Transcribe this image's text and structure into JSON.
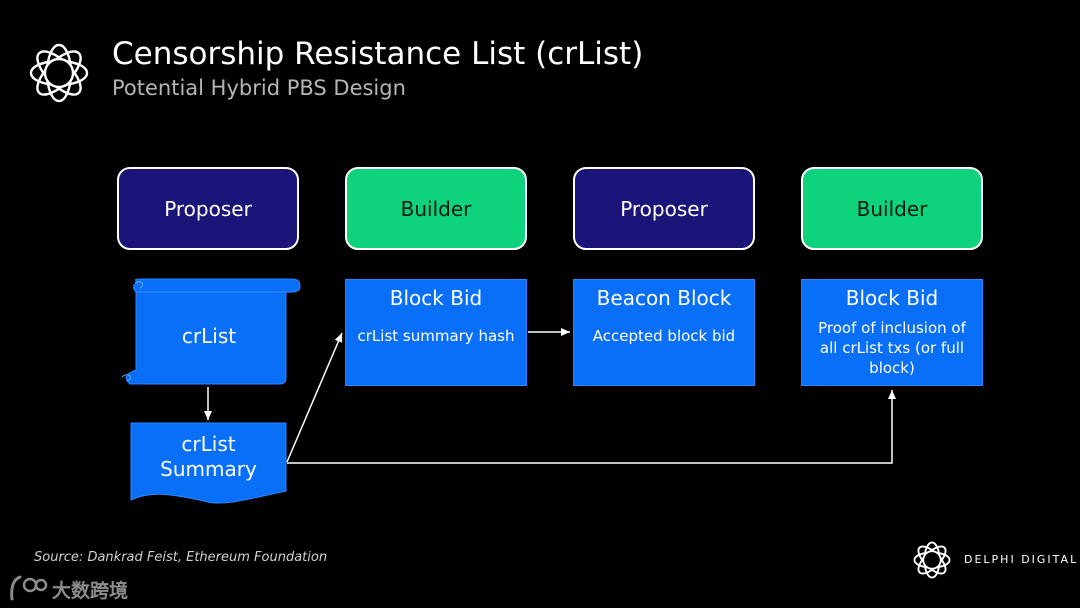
{
  "title": "Censorship Resistance List (crList)",
  "subtitle": "Potential Hybrid PBS Design",
  "roles": [
    {
      "label": "Proposer"
    },
    {
      "label": "Builder"
    },
    {
      "label": "Proposer"
    },
    {
      "label": "Builder"
    }
  ],
  "cards": [
    {
      "title": "Block Bid",
      "desc": "crList summary hash"
    },
    {
      "title": "Beacon Block",
      "desc": "Accepted block bid"
    },
    {
      "title": "Block Bid",
      "desc": "Proof of inclusion of all crList txs (or full block)"
    }
  ],
  "crlist": {
    "label": "crList"
  },
  "summary": {
    "line1": "crList",
    "line2": "Summary"
  },
  "footer": {
    "source": "Source: Dankrad Feist, Ethereum Foundation",
    "brand": "DELPHI DIGITAL"
  },
  "watermark": {
    "text": "大数跨境"
  },
  "colors": {
    "proposer": "#1a1478",
    "builder": "#0fd37c",
    "block": "#0a6ff7",
    "background": "#000000"
  }
}
